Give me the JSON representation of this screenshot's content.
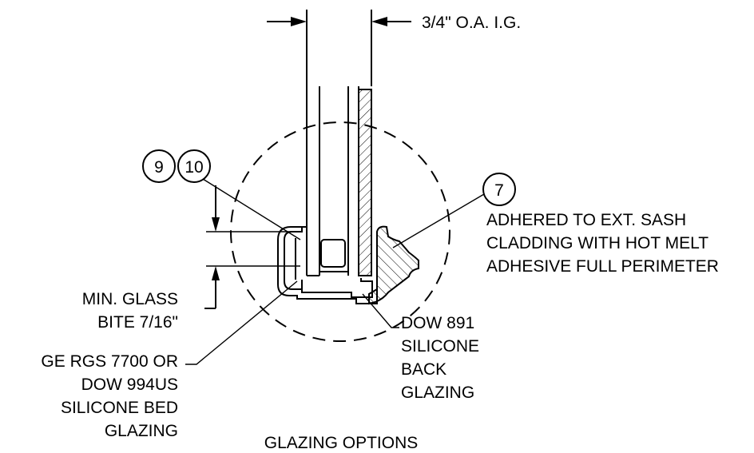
{
  "dimension": {
    "label": "3/4\" O.A. I.G."
  },
  "callouts": [
    {
      "id": "9",
      "text": "9"
    },
    {
      "id": "10",
      "text": "10"
    },
    {
      "id": "7",
      "text": "7"
    }
  ],
  "notes": {
    "cladding": [
      "ADHERED TO EXT. SASH",
      "CLADDING WITH  HOT MELT",
      "ADHESIVE FULL PERIMETER"
    ],
    "glass_bite": [
      "MIN. GLASS",
      "BITE 7/16\""
    ],
    "back_glazing": [
      "DOW 891",
      "SILICONE",
      "BACK",
      "GLAZING"
    ],
    "bed_glazing": [
      "GE RGS 7700  OR",
      "DOW 994US",
      "SILICONE BED",
      "GLAZING"
    ]
  },
  "caption": "GLAZING OPTIONS"
}
